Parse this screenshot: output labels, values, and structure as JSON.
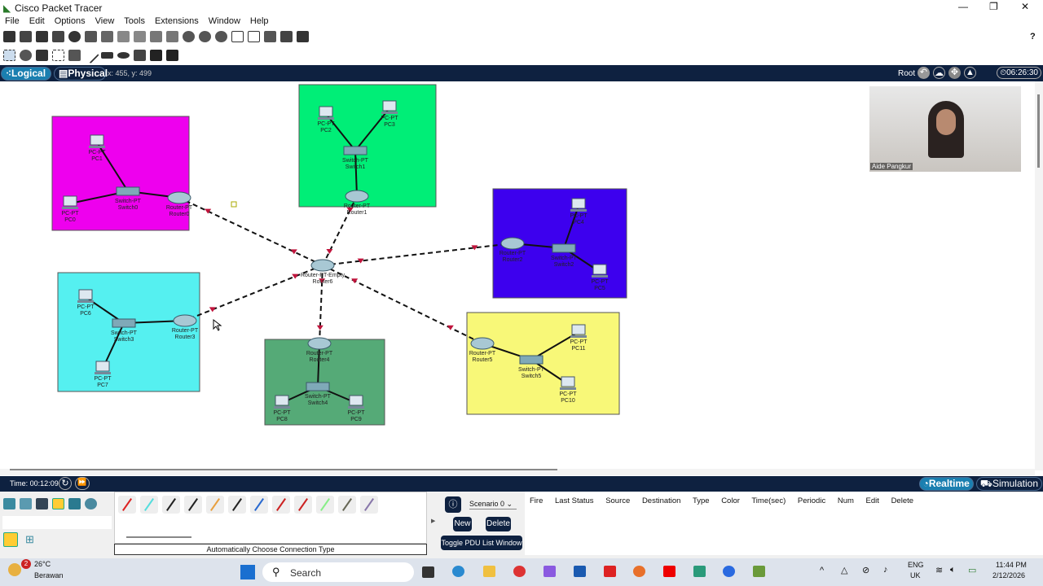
{
  "app": {
    "title": "Cisco Packet Tracer"
  },
  "menu": [
    "File",
    "Edit",
    "Options",
    "View",
    "Tools",
    "Extensions",
    "Window",
    "Help"
  ],
  "nav": {
    "logical": "Logical",
    "physical": "Physical",
    "coords": "x: 455, y: 499",
    "root": "Root",
    "clock": "06:26:30"
  },
  "devices": {
    "pc0": [
      "PC-PT",
      "PC0"
    ],
    "pc1": [
      "PC-PT",
      "PC1"
    ],
    "switch0": [
      "Switch-PT",
      "Switch0"
    ],
    "router0": [
      "Router-PT",
      "Router0"
    ],
    "pc2": [
      "PC-PT",
      "PC2"
    ],
    "pc3": [
      "PC-PT",
      "PC3"
    ],
    "switch1": [
      "Switch-PT",
      "Switch1"
    ],
    "router1": [
      "Router-PT",
      "Router1"
    ],
    "router2": [
      "Router-PT",
      "Router2"
    ],
    "switch2": [
      "Switch-PT",
      "Switch2"
    ],
    "pc4": [
      "PC-PT",
      "PC4"
    ],
    "pc5": [
      "PC-PT",
      "PC5"
    ],
    "pc6": [
      "PC-PT",
      "PC6"
    ],
    "switch3": [
      "Switch-PT",
      "Switch3"
    ],
    "router3": [
      "Router-PT",
      "Router3"
    ],
    "pc7": [
      "PC-PT",
      "PC7"
    ],
    "router4": [
      "Router-PT",
      "Router4"
    ],
    "switch4": [
      "Switch-PT",
      "Switch4"
    ],
    "pc8": [
      "PC-PT",
      "PC8"
    ],
    "pc9": [
      "PC-PT",
      "PC9"
    ],
    "router5": [
      "Router-PT",
      "Router5"
    ],
    "switch5": [
      "Switch-PT",
      "Switch5"
    ],
    "pc11": [
      "PC-PT",
      "PC11"
    ],
    "pc10": [
      "PC-PT",
      "PC10"
    ],
    "router6": [
      "Router-PT-Empty",
      "Router6"
    ]
  },
  "zone_colors": {
    "magenta": "#ee00ee",
    "green": "#00ee77",
    "blue": "#3d00ee",
    "cyan": "#55f0f0",
    "darkgreen": "#55aa77",
    "yellow": "#f8f878"
  },
  "webcam": {
    "name": "Aide Pangkur"
  },
  "sim": {
    "time": "Time: 00:12:09",
    "realtime": "Realtime",
    "simulation": "Simulation"
  },
  "connections": {
    "caption": "Automatically Choose Connection Type"
  },
  "pdu": {
    "scenario": "Scenario 0",
    "new": "New",
    "delete": "Delete",
    "toggle": "Toggle PDU List Window",
    "columns": [
      "Fire",
      "Last Status",
      "Source",
      "Destination",
      "Type",
      "Color",
      "Time(sec)",
      "Periodic",
      "Num",
      "Edit",
      "Delete"
    ]
  },
  "taskbar": {
    "temp": "26°C",
    "weather": "Berawan",
    "badge": "2",
    "search": "Search",
    "lang1": "ENG",
    "lang2": "UK",
    "time": "11:44 PM",
    "date": "2/12/2026"
  }
}
